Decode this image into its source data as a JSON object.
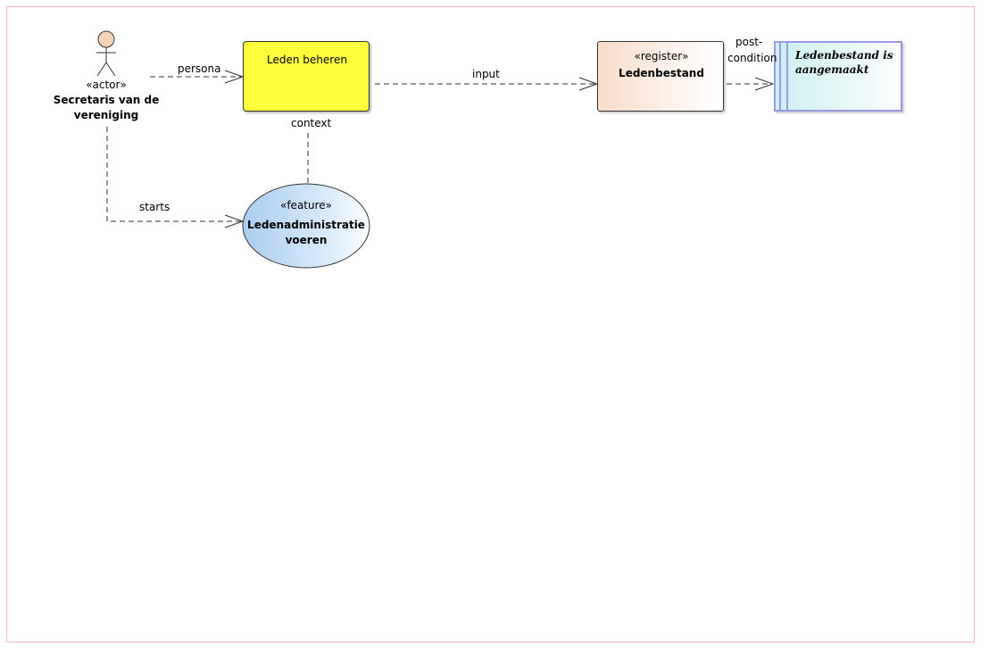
{
  "actor": {
    "stereotype": "«actor»",
    "name_line1": "Secretaris van de",
    "name_line2": "vereniging"
  },
  "activity": {
    "name": "Leden beheren"
  },
  "register": {
    "stereotype": "«register»",
    "name": "Ledenbestand"
  },
  "state": {
    "name": "Ledenbestand is aangemaakt"
  },
  "feature": {
    "stereotype": "«feature»",
    "name_line1": "Ledenadministratie",
    "name_line2": "voeren"
  },
  "connectors": {
    "persona": "persona",
    "input": "input",
    "postcondition_line1": "post-",
    "postcondition_line2": "condition",
    "context": "context",
    "starts": "starts"
  },
  "colors": {
    "activity_fill": "#ffff3c",
    "feature_fill": "#c6dff5",
    "state_border": "#9a9ae0",
    "actor_fill": "#f5d5b5",
    "frame_border": "#f2b6c6"
  }
}
